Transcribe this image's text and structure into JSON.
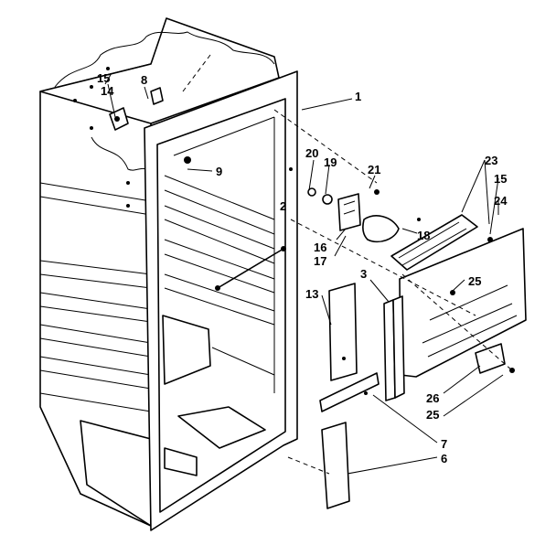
{
  "colors": {
    "line": "#000000",
    "background": "#ffffff"
  },
  "callouts": {
    "c1": "1",
    "c2": "2",
    "c3": "3",
    "c6": "6",
    "c7": "7",
    "c8": "8",
    "c9": "9",
    "c13": "13",
    "c14": "14",
    "c15a": "15",
    "c15b": "15",
    "c16": "16",
    "c17": "17",
    "c18": "18",
    "c19": "19",
    "c20": "20",
    "c21": "21",
    "c23": "23",
    "c24": "24",
    "c25a": "25",
    "c25b": "25",
    "c26": "26"
  }
}
